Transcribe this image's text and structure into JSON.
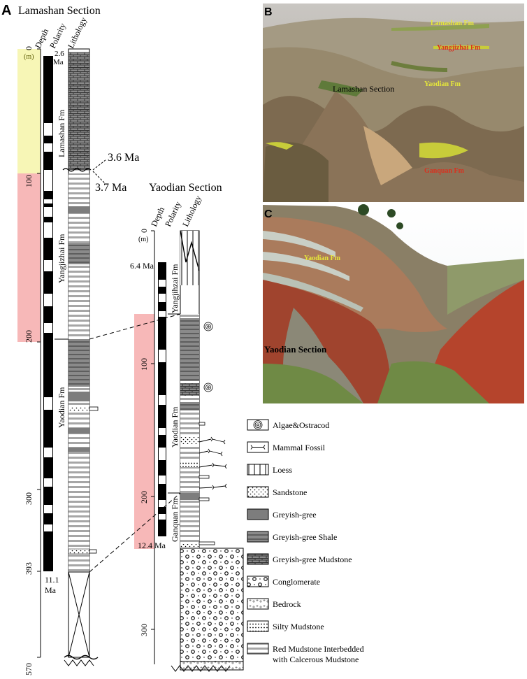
{
  "panelA": {
    "letter": "A",
    "title1": "Lamashan Section",
    "title2": "Yaodian Section",
    "col_depth": "Depth",
    "col_polarity": "Polarity",
    "col_lithology": "Lithology",
    "unit": "(m)",
    "lama_depth_ticks": [
      "0",
      "100",
      "200",
      "300",
      "393",
      "570"
    ],
    "yao_depth_ticks": [
      "0",
      "100",
      "200",
      "300"
    ],
    "age_26": "2.6",
    "age_ma": "Ma",
    "age_36": "3.6 Ma",
    "age_37": "3.7 Ma",
    "age_111": "11.1",
    "age_64": "6.4 Ma",
    "age_124": "12.4 Ma",
    "fm_lamashan": "Lamashan Fm",
    "fm_yangjizhai_1": "Yangjizhai Fm",
    "fm_yaodian": "Yaodian Fm",
    "fm_yangjizhai_2": "Yangjihzai Fm",
    "fm_ganquan": "Ganquan Fm"
  },
  "legend": [
    {
      "label": "Algae&Ostracod",
      "pattern": "algae"
    },
    {
      "label": "Mammal Fossil",
      "pattern": "bone"
    },
    {
      "label": "Loess",
      "pattern": "loess"
    },
    {
      "label": "Sandstone",
      "pattern": "sand"
    },
    {
      "label": "Greyish-gree",
      "pattern": "grey"
    },
    {
      "label": "Greyish-gree Shale",
      "pattern": "shale"
    },
    {
      "label": "Greyish-gree Mudstone",
      "pattern": "mud"
    },
    {
      "label": "Conglomerate",
      "pattern": "cong"
    },
    {
      "label": "Bedrock",
      "pattern": "bedrock"
    },
    {
      "label": "Silty Mudstone",
      "pattern": "silty"
    },
    {
      "label": "Red Mudstone Interbedded",
      "label2": "with Calcerous Mudstone",
      "pattern": "red"
    }
  ],
  "photoB": {
    "letter": "B",
    "lamashan": "Lamashan Fm",
    "yangjizhai": "Yangjizhai Fm",
    "yaodian": "Yaodian Fm",
    "section": "Lamashan Section",
    "ganquan": "Ganquan Fm"
  },
  "photoC": {
    "letter": "C",
    "yaodian": "Yaodian Fm",
    "section": "Yaodian Section"
  }
}
